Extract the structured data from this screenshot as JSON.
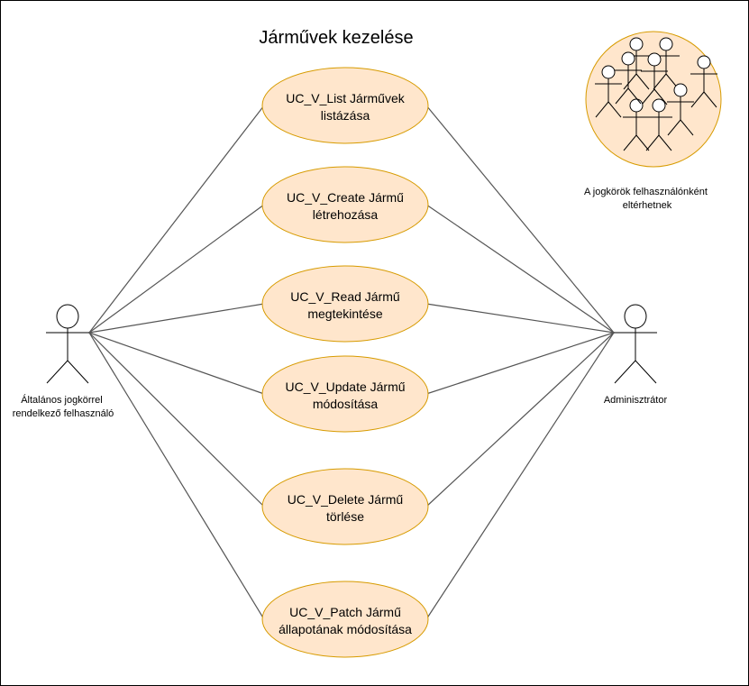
{
  "diagram": {
    "title": "Járművek kezelése",
    "colors": {
      "usecase_fill": "#ffe6cc",
      "usecase_stroke": "#d79b00",
      "line": "#555555",
      "stroke": "#000000"
    },
    "actors": {
      "left": {
        "label_lines": [
          "Általános jogkörrel",
          "rendelkező felhasználó"
        ]
      },
      "right": {
        "label_lines": [
          "Adminisztrátor"
        ]
      }
    },
    "usecases": [
      {
        "id": "list",
        "lines": [
          "UC_V_List Járművek",
          "listázása"
        ]
      },
      {
        "id": "create",
        "lines": [
          "UC_V_Create Jármű",
          "létrehozása"
        ]
      },
      {
        "id": "read",
        "lines": [
          "UC_V_Read Jármű",
          "megtekintése"
        ]
      },
      {
        "id": "update",
        "lines": [
          "UC_V_Update Jármű",
          "módosítása"
        ]
      },
      {
        "id": "delete",
        "lines": [
          "UC_V_Delete Jármű",
          "törlése"
        ]
      },
      {
        "id": "patch",
        "lines": [
          "UC_V_Patch Jármű",
          "állapotának módosítása"
        ]
      }
    ],
    "note": {
      "lines": [
        "A jogkörök felhasználónként",
        "eltérhetnek"
      ]
    }
  }
}
